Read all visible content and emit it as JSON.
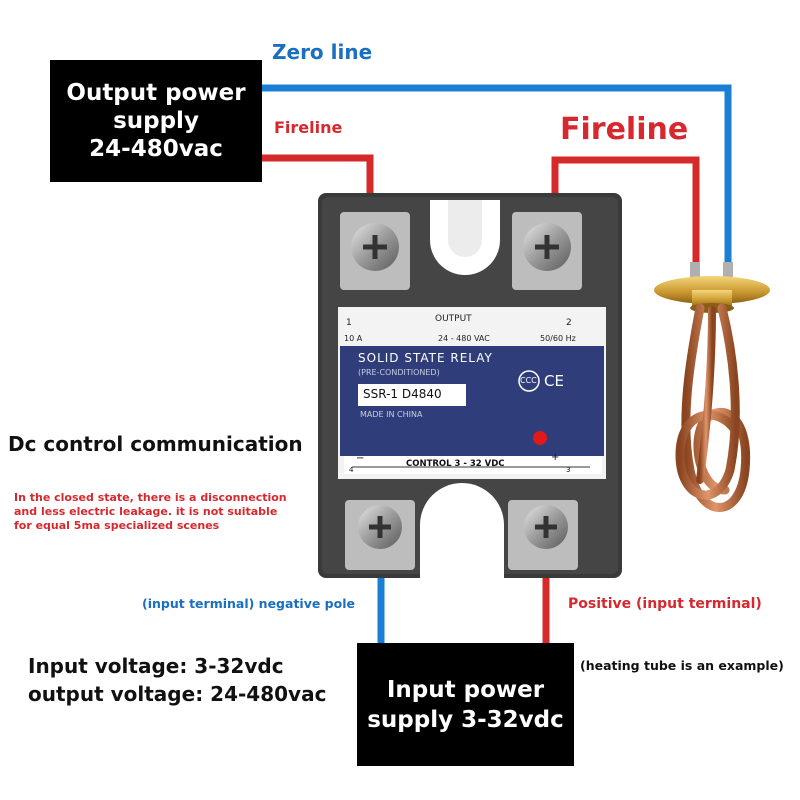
{
  "output_box": {
    "line1": "Output power",
    "line2": "supply",
    "line3": "24-480vac"
  },
  "input_box": {
    "line1": "Input power",
    "line2": "supply 3-32vdc"
  },
  "labels": {
    "zero_line": "Zero line",
    "fireline_small": "Fireline",
    "fireline_large": "Fireline",
    "dc_control": "Dc control communication",
    "warning_line1": "In the closed state, there is a disconnection",
    "warning_line2": "and less electric leakage. it is not suitable",
    "warning_line3": "for equal 5ma specialized scenes",
    "negative_pole": "(input terminal) negative pole",
    "positive": "Positive (input terminal)",
    "heating_example": "(heating tube is an example)",
    "input_voltage": "Input voltage: 3-32vdc",
    "output_voltage": "output voltage: 24-480vac"
  },
  "relay": {
    "output_label": "OUTPUT",
    "term1": "1",
    "term2": "2",
    "term3": "3",
    "term4": "4",
    "current": "10 A",
    "voltage_range": "24 - 480  VAC",
    "frequency": "50/60  Hz",
    "title": "SOLID STATE RELAY",
    "subtitle": "(PRE-CONDITIONED)",
    "model": "SSR-1 D4840",
    "origin": "MADE IN CHINA",
    "cert_mark": "CCC",
    "ce_mark": "CE",
    "control": "CONTROL 3 - 32 VDC",
    "minus": "−",
    "plus": "+"
  },
  "colors": {
    "blue_wire": "#1a7fd4",
    "red_wire": "#d62a2a",
    "label_blue": "#1a6fbf",
    "label_red": "#d6282e",
    "relay_panel": "#2f3e7a"
  }
}
